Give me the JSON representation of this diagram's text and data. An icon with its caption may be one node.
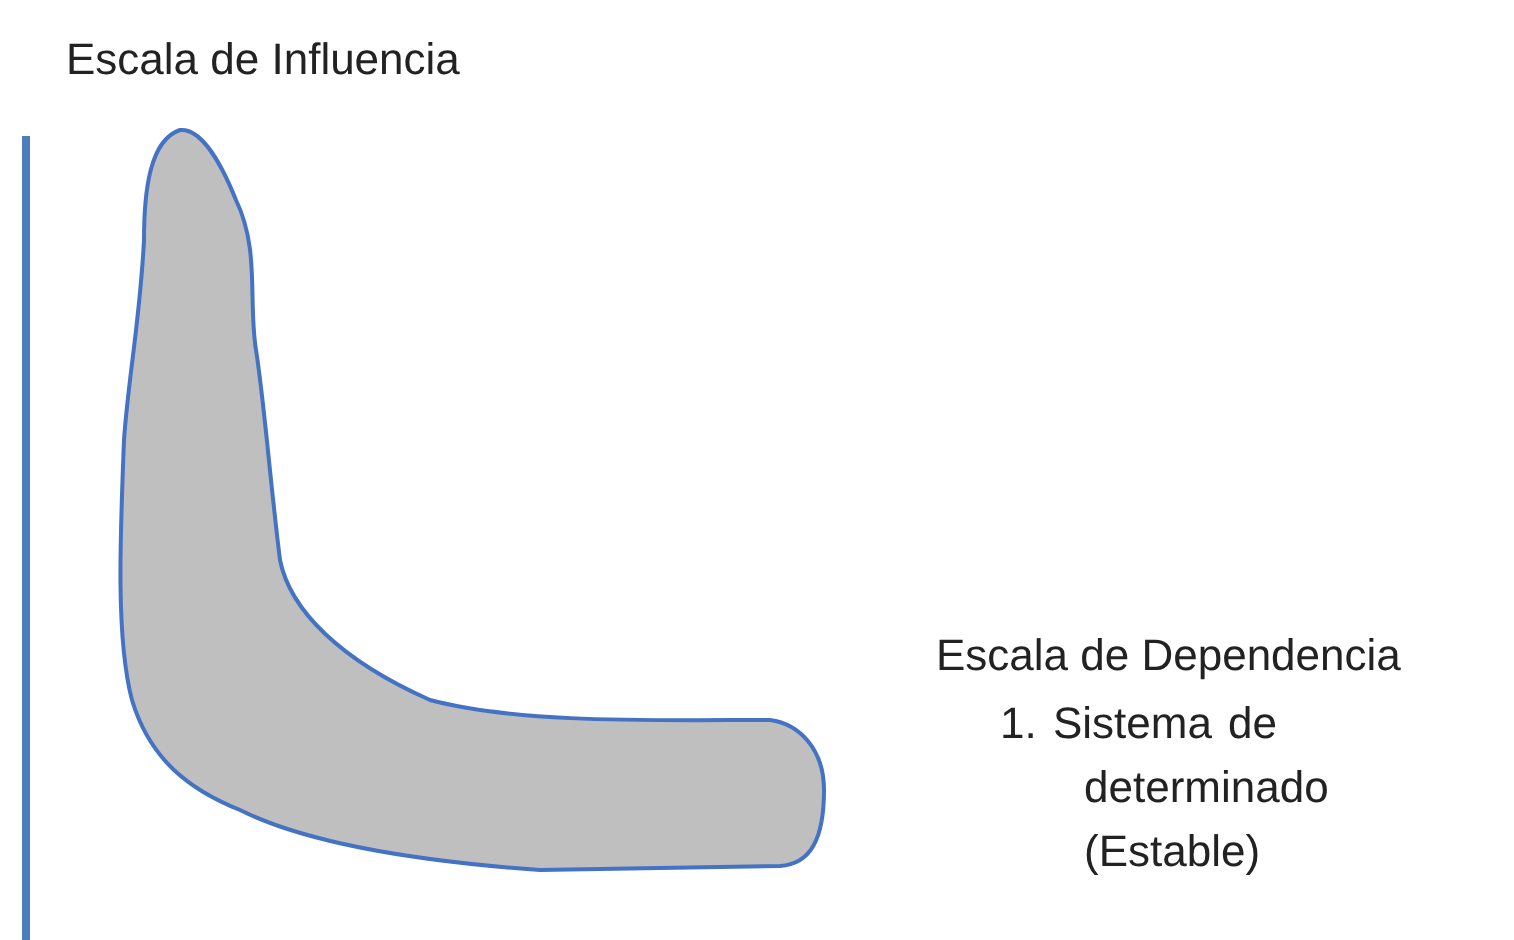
{
  "diagram": {
    "labels": [
      "Escala de Influencia",
      "Escala de Dependencia",
      "1. Sistema de determinado (Estable)"
    ]
  }
}
